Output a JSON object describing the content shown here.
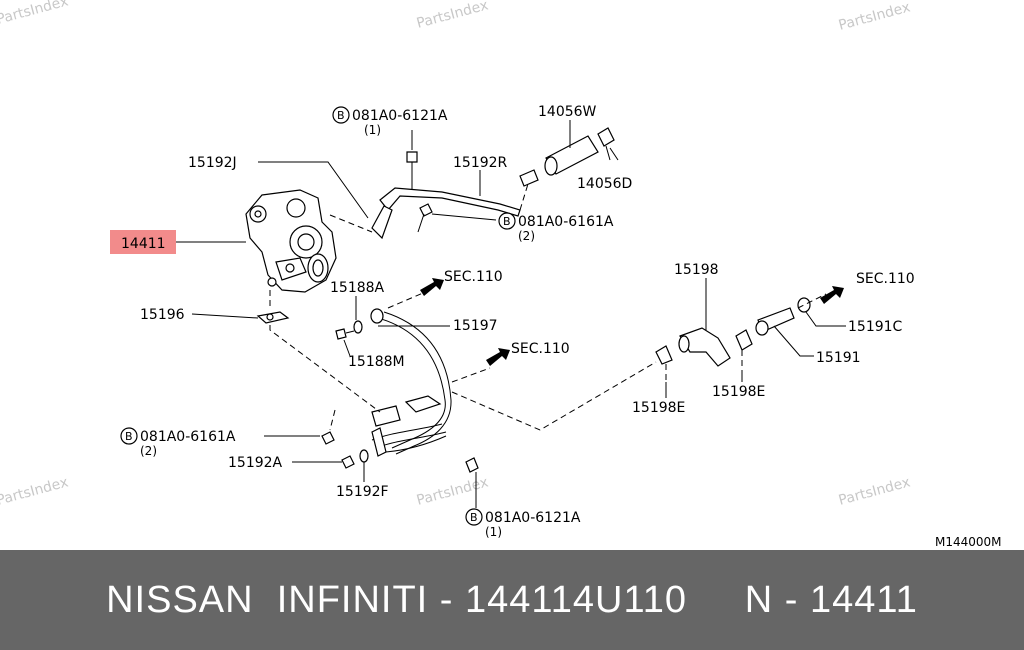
{
  "watermark": "PartsIndex",
  "diagram_code": "M144000M",
  "highlight_color": "#f28b8b",
  "labels": {
    "p14411": "14411",
    "p15192J": "15192J",
    "p15192R": "15192R",
    "p14056W": "14056W",
    "p14056D": "14056D",
    "bolt_top_code": "081A0-6121A",
    "bolt_top_qty": "(1)",
    "bolt_r_code": "081A0-6161A",
    "bolt_r_qty": "(2)",
    "p15196": "15196",
    "p15188A": "15188A",
    "p15188M": "15188M",
    "sec110_a": "SEC.110",
    "sec110_b": "SEC.110",
    "sec110_c": "SEC.110",
    "p15197": "15197",
    "p15198": "15198",
    "p15198E_a": "15198E",
    "p15198E_b": "15198E",
    "p15191": "15191",
    "p15191C": "15191C",
    "bolt_l_code": "081A0-6161A",
    "bolt_l_qty": "(2)",
    "p15192A": "15192A",
    "p15192F": "15192F",
    "bolt_b_code": "081A0-6121A",
    "bolt_b_qty": "(1)",
    "b_symbol": "B"
  },
  "banner": {
    "text": "NISSAN  INFINITI - 144114U110     N - 14411"
  }
}
